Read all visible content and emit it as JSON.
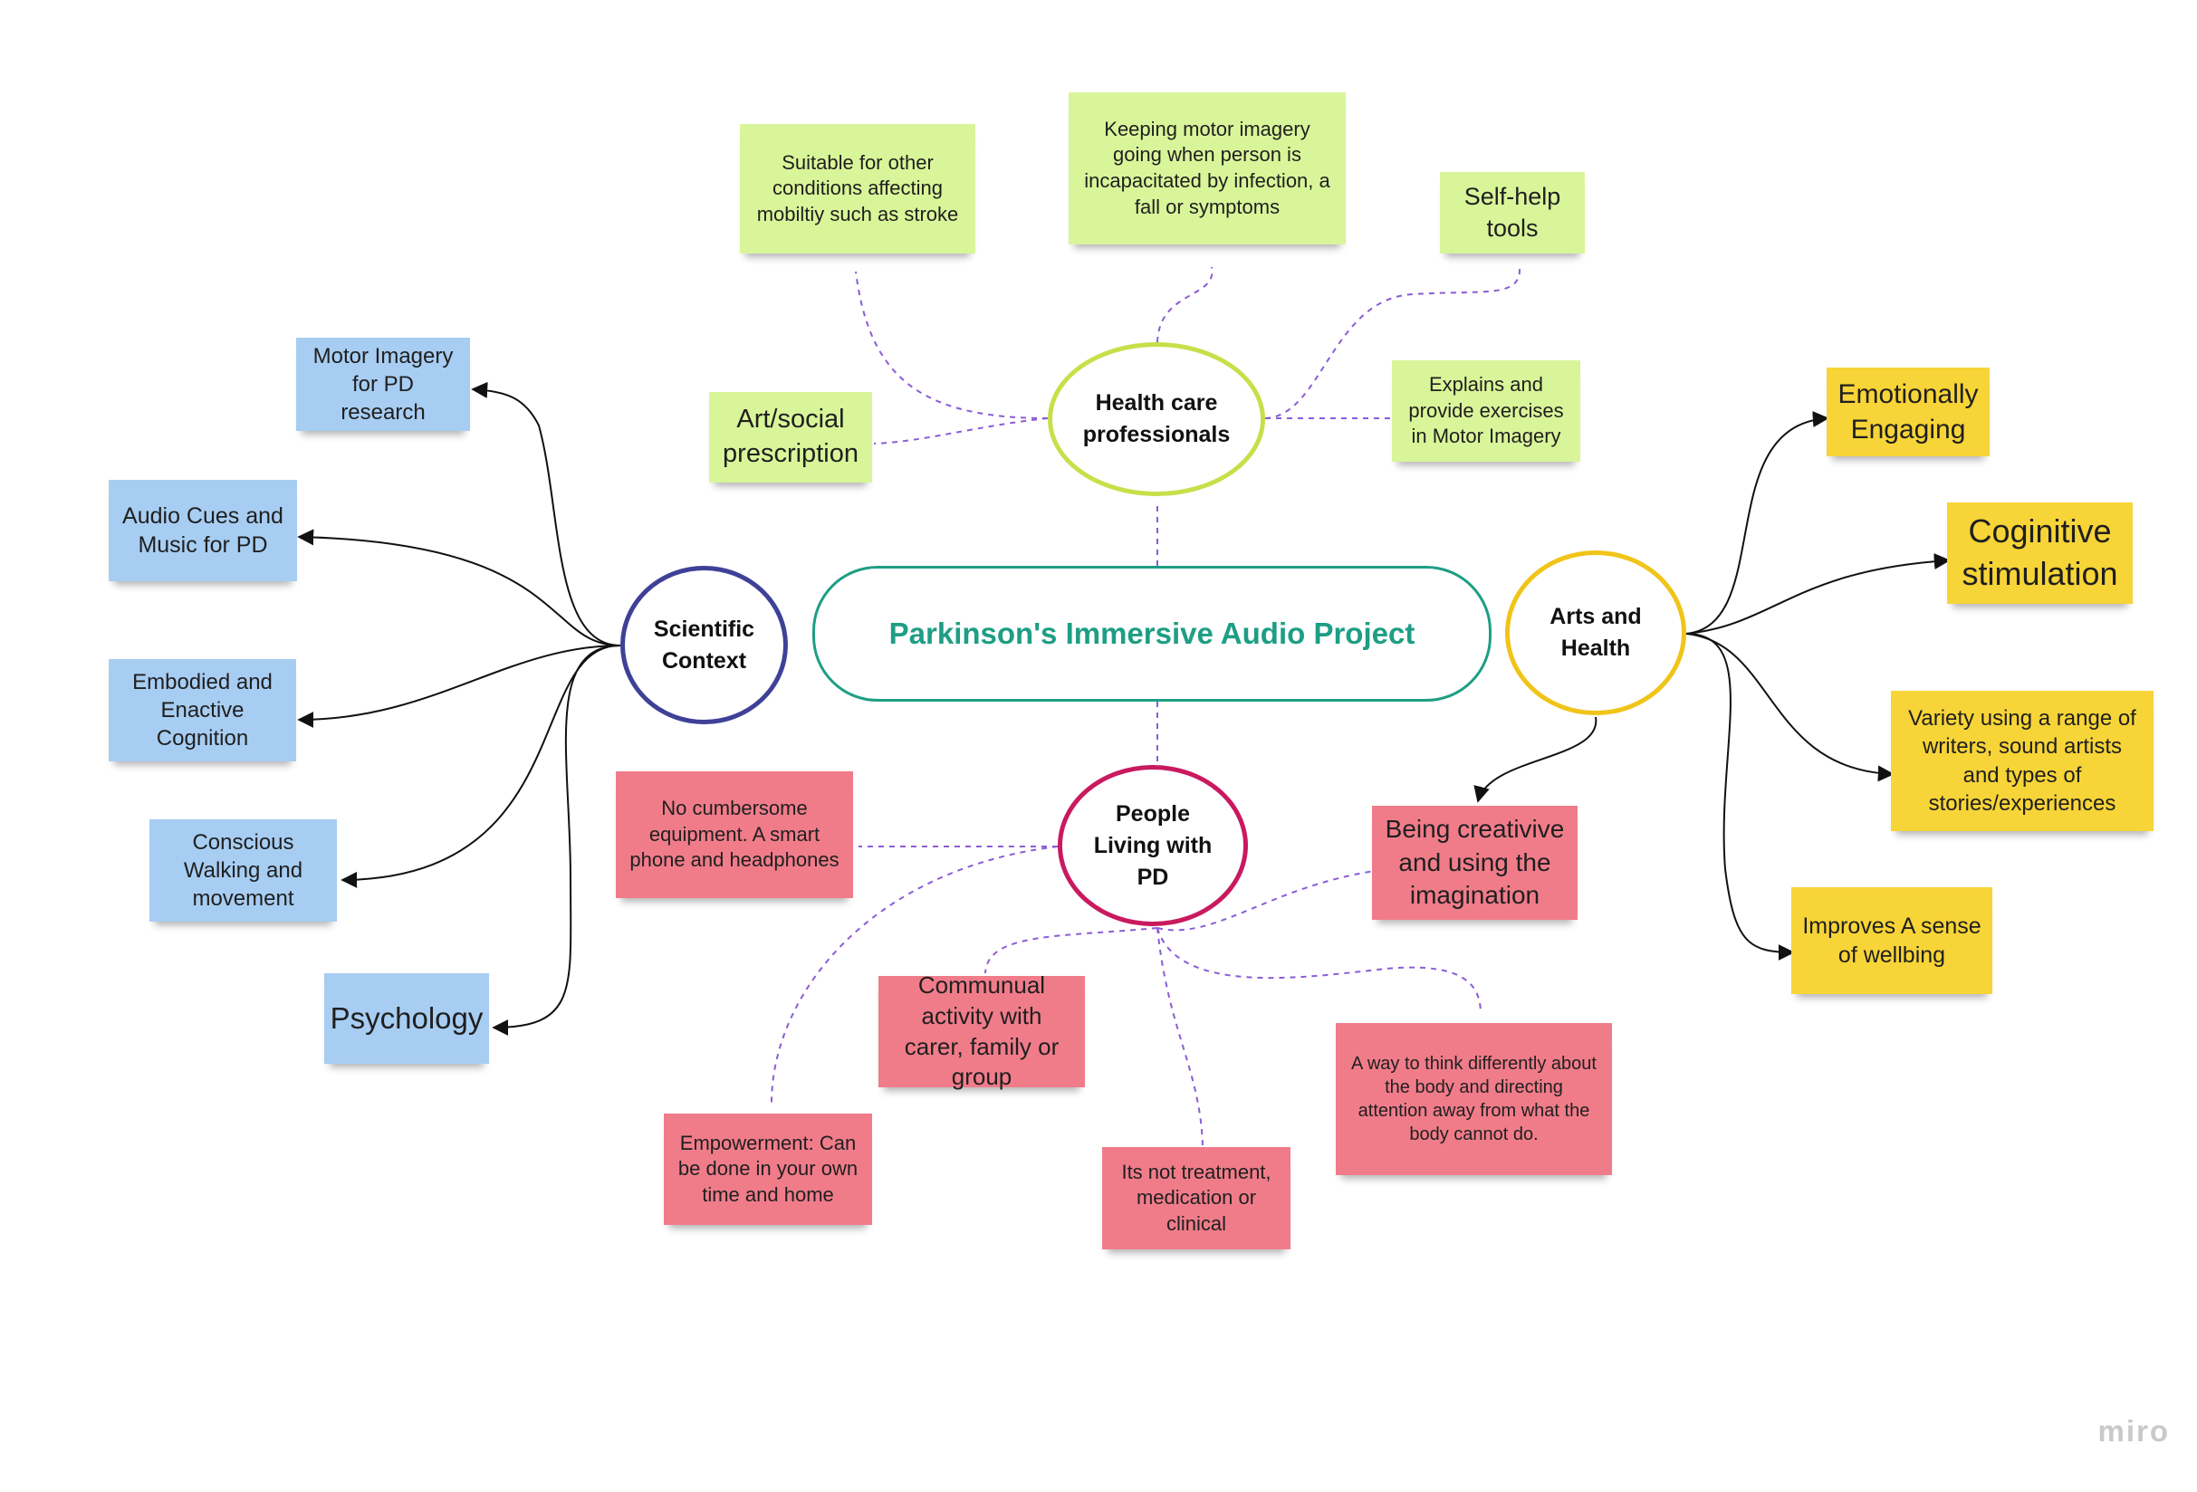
{
  "diagram": {
    "title": "Parkinson's Immersive Audio Project",
    "hubs": {
      "health": "Health care professionals",
      "scientific": "Scientific Context",
      "arts": "Arts and Health",
      "people": "People Living with PD"
    },
    "health_notes": [
      "Suitable for other conditions affecting mobiltiy such as stroke",
      "Keeping motor imagery going when person is incapacitated by infection, a fall or symptoms",
      "Self-help tools",
      "Art/social prescription",
      "Explains and provide exercises in Motor Imagery"
    ],
    "scientific_notes": [
      "Motor Imagery for PD research",
      "Audio Cues and Music for PD",
      "Embodied and Enactive Cognition",
      "Conscious Walking and movement",
      "Psychology"
    ],
    "arts_notes": [
      "Emotionally Engaging",
      "Coginitive stimulation",
      "Variety using a range of writers, sound artists and types of stories/experiences",
      "Improves A sense of wellbing",
      "Being creativive and using the imagination"
    ],
    "people_notes": [
      "No cumbersome equipment. A smart phone and headphones",
      "Communual activity with carer, family or group",
      "Empowerment: Can be done in your own time and home",
      "Its not treatment, medication or clinical",
      "A way to think differently about the body and directing attention away from what the body cannot do."
    ],
    "colors": {
      "center": "#1e9e84",
      "health": "#c6e04a",
      "scientific": "#3f4097",
      "arts": "#f0c419",
      "people": "#c91a5f",
      "green_note": "#d9f599",
      "blue_note": "#a7cdf2",
      "pink_note": "#f07c8a",
      "yellow_note": "#f7d437"
    },
    "logo": "miro"
  }
}
